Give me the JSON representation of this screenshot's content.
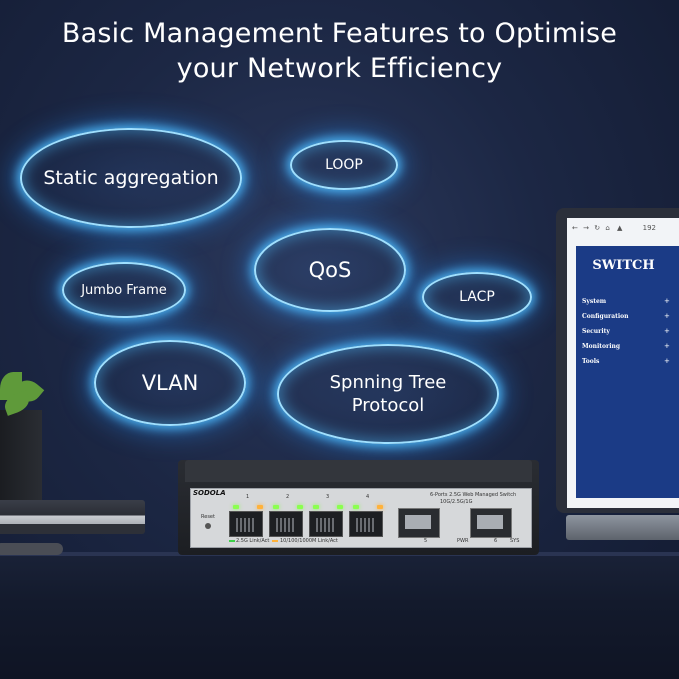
{
  "headline": {
    "line1": "Basic Management Features to Optimise",
    "line2": "your Network Efficiency"
  },
  "features": [
    "Static aggregation",
    "LOOP",
    "QoS",
    "Jumbo Frame",
    "LACP",
    "VLAN",
    "Spnning Tree Protocol"
  ],
  "laptop": {
    "title": "SWITCH",
    "url_fragment": "192",
    "menu": [
      "System",
      "Configuration",
      "Security",
      "Monitoring",
      "Tools"
    ]
  },
  "device": {
    "brand": "SODOLA",
    "model_label": "6-Ports 2.5G Web Managed Switch",
    "sfp_label": "10G/2.5G/1G",
    "reset_label": "Reset",
    "port_numbers": [
      "1",
      "2",
      "3",
      "4"
    ],
    "legend_green": "2.5G Link/Act",
    "legend_orange": "10/100/1000M Link/Act",
    "sfp_port_5": "5",
    "sfp_port_6": "6",
    "pwr_label": "PWR",
    "sys_label": "SYS"
  },
  "colors": {
    "glow": "#9fe0ff",
    "background": "#1c2744",
    "laptop_nav": "#1b3b86",
    "led_green": "#8bff4f",
    "led_orange": "#ffb23a"
  }
}
